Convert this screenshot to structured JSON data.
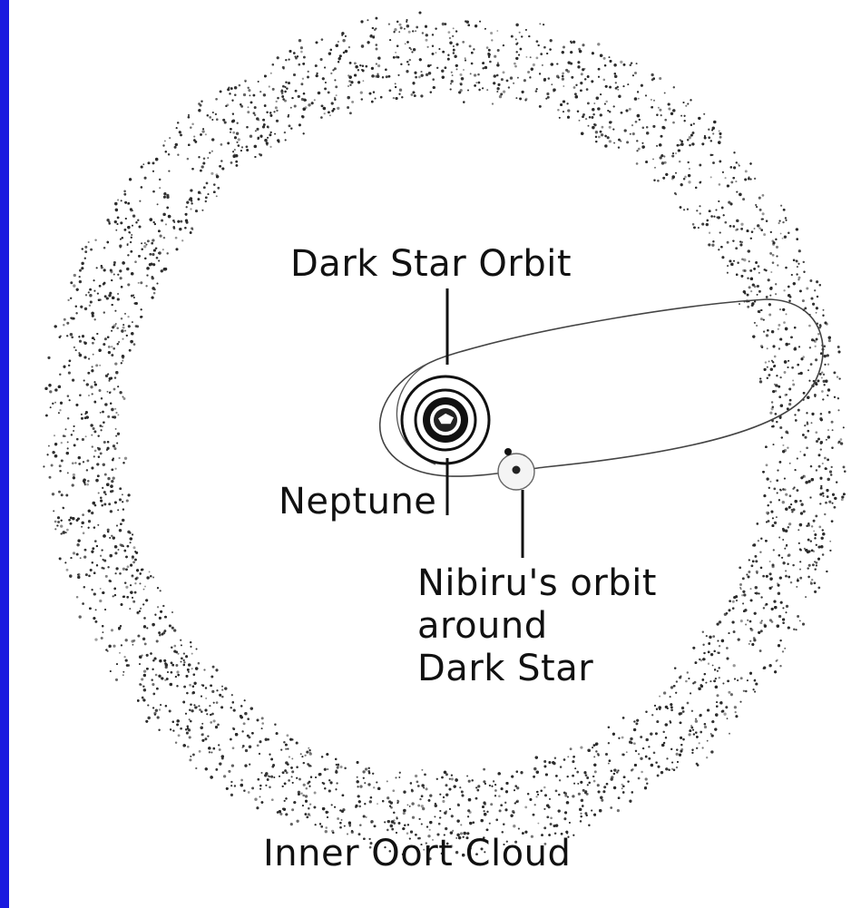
{
  "diagram": {
    "labels": {
      "dark_star_orbit": "Dark Star Orbit",
      "neptune": "Neptune",
      "nibiru_line1": "Nibiru's orbit",
      "nibiru_line2": "around",
      "nibiru_line3": "Dark Star",
      "inner_oort_cloud": "Inner Oort Cloud"
    },
    "colors": {
      "frame": "#1a1adf",
      "paper": "#ffffff",
      "ink": "#111111",
      "cloud_stipple": "#2a2a2a"
    }
  }
}
